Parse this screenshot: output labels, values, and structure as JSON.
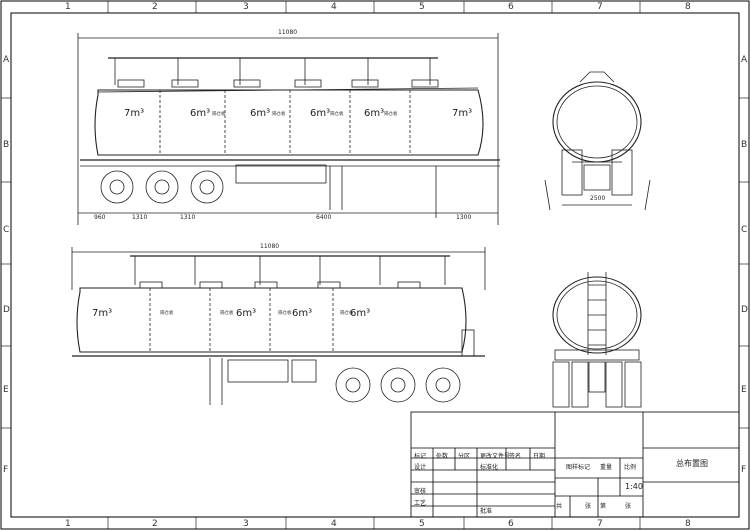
{
  "border": {
    "columns": [
      "1",
      "2",
      "3",
      "4",
      "5",
      "6",
      "7",
      "8"
    ],
    "rows": [
      "A",
      "B",
      "C",
      "D",
      "E",
      "F"
    ]
  },
  "top_view": {
    "overall_length": "11080",
    "compartments": [
      "7m³",
      "6m³",
      "6m³",
      "6m³",
      "6m³",
      "7m³"
    ],
    "dimensions": [
      "960",
      "1310",
      "1310",
      "6400",
      "1300"
    ],
    "markers": [
      "隔仓板",
      "隔仓板",
      "隔仓板",
      "隔仓板"
    ]
  },
  "top_end_view": {
    "width": "2500"
  },
  "bottom_view": {
    "overall_length": "11080",
    "compartments": [
      "7m³",
      "6m³",
      "6m³",
      "6m³"
    ],
    "markers": [
      "隔仓板",
      "隔仓板",
      "隔仓板",
      "隔仓板"
    ]
  },
  "title_block": {
    "cells": [
      "标记",
      "处数",
      "分区",
      "更改文件号",
      "签名",
      "日期",
      "设计",
      "标准化",
      "审核",
      "工艺",
      "批准",
      "图样标记",
      "重量",
      "比例",
      "共",
      "张",
      "第",
      "张"
    ],
    "scale": "1:40",
    "drawing_title": "总布置图"
  }
}
